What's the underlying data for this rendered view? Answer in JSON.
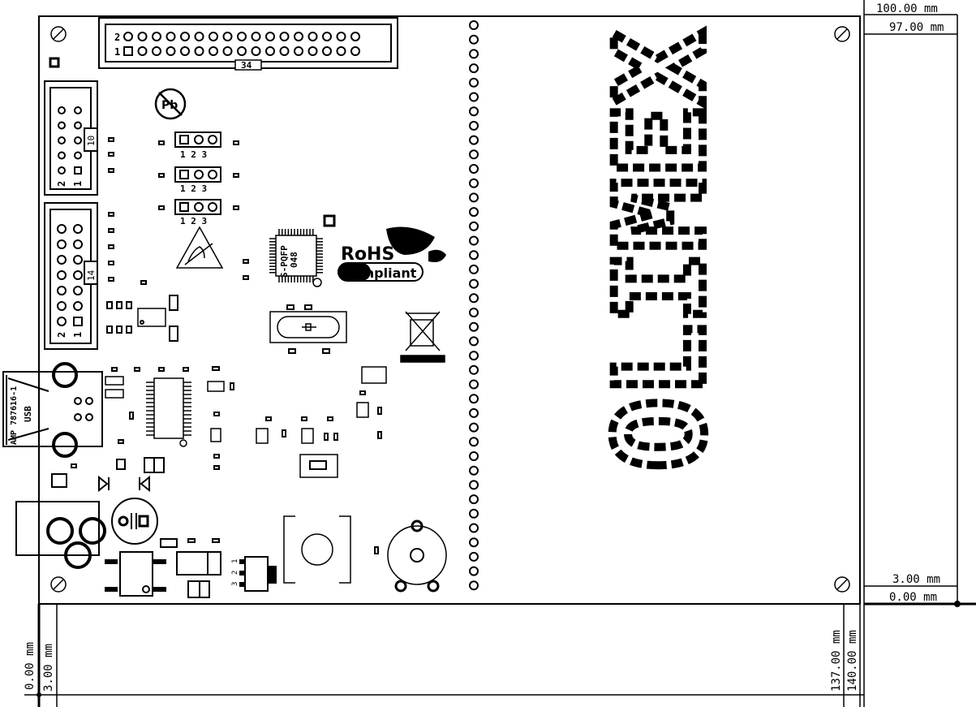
{
  "dimensions": {
    "right_top_outer": "100.00 mm",
    "right_top_inner": "97.00 mm",
    "right_bottom_inner": "3.00 mm",
    "right_bottom_outer": "0.00 mm",
    "bottom_left_outer": "0.00 mm",
    "bottom_left_inner": "3.00 mm",
    "bottom_right_inner": "137.00 mm",
    "bottom_right_outer": "140.00 mm"
  },
  "labels": {
    "header_pin2": "2",
    "header_pin1": "1",
    "header_count": "34",
    "conn10_count": "10",
    "conn10_pin2": "2",
    "conn10_pin1": "1",
    "conn14_count": "14",
    "conn14_pin2": "2",
    "conn14_pin1": "1",
    "jumper_pins": "1 2 3",
    "usb_part": "AMP 787616-1",
    "usb_label": "USB",
    "chip_pkg": "S-PQFP",
    "chip_pins": "048",
    "rohs_title": "RoHS",
    "rohs_sub": "compliant",
    "pb_label": "Pb",
    "logo": "OLIMEX",
    "switch_pin1": "1",
    "switch_pin2": "2",
    "switch_pin3": "3"
  }
}
